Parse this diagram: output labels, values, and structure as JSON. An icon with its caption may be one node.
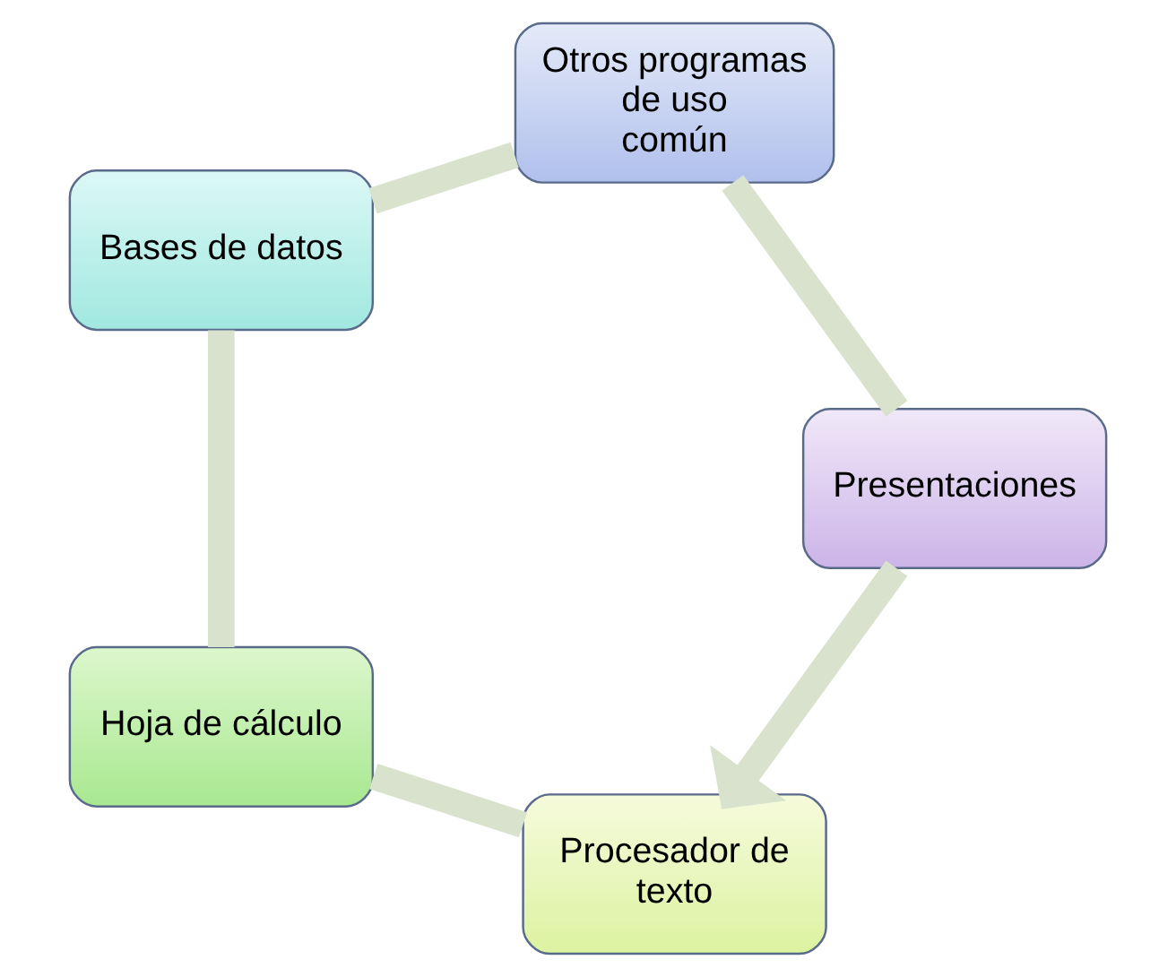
{
  "diagram": {
    "nodes": [
      {
        "text": [
          "Procesador de texto"
        ]
      },
      {
        "text": [
          "Hoja de cálculo"
        ]
      },
      {
        "text": [
          "Bases de datos"
        ]
      },
      {
        "text": [
          "Otros programas de uso común"
        ]
      },
      {
        "text": [
          "Presentaciones"
        ]
      }
    ],
    "edges": [
      {
        "from": 0,
        "to": 1,
        "arrow": "none"
      },
      {
        "from": 1,
        "to": 2,
        "arrow": "none"
      },
      {
        "from": 2,
        "to": 3,
        "arrow": "none"
      },
      {
        "from": 3,
        "to": 4,
        "arrow": "none"
      },
      {
        "from": 4,
        "to": 0,
        "arrow": "to"
      }
    ]
  }
}
